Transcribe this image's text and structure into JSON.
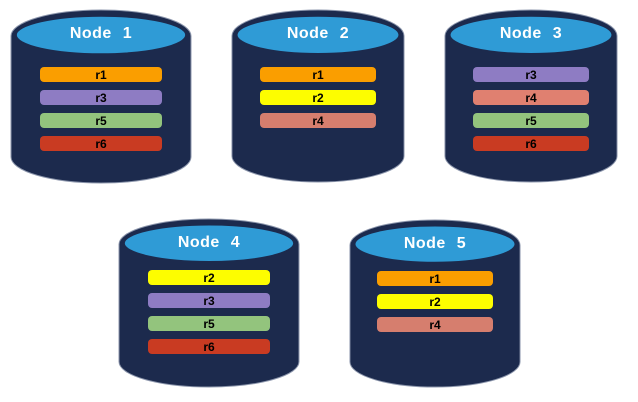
{
  "background": "#FFFFFF",
  "palette": {
    "cylinder_body": "#1C2A4D",
    "cylinder_outline": "#8C96AC",
    "cylinder_top_face": "#2F9BD6",
    "cylinder_top_outline": "#1C2A4D",
    "title_text": "#FFFFFF",
    "bar_text": "#000000"
  },
  "nodes": [
    {
      "title": "Node 1",
      "replicas": [
        {
          "label": "r1",
          "color": "#FA9E00"
        },
        {
          "label": "r3",
          "color": "#8E7CC3"
        },
        {
          "label": "r5",
          "color": "#93C47D"
        },
        {
          "label": "r6",
          "color": "#C93B22"
        }
      ]
    },
    {
      "title": "Node 2",
      "replicas": [
        {
          "label": "r1",
          "color": "#FA9E00"
        },
        {
          "label": "r2",
          "color": "#FDFD00"
        },
        {
          "label": "r4",
          "color": "#D67E6E"
        }
      ]
    },
    {
      "title": "Node 3",
      "replicas": [
        {
          "label": "r3",
          "color": "#8E7CC3"
        },
        {
          "label": "r4",
          "color": "#E08070"
        },
        {
          "label": "r5",
          "color": "#93C47D"
        },
        {
          "label": "r6",
          "color": "#C93B22"
        }
      ]
    },
    {
      "title": "Node 4",
      "replicas": [
        {
          "label": "r2",
          "color": "#FDFD00"
        },
        {
          "label": "r3",
          "color": "#8E7CC3"
        },
        {
          "label": "r5",
          "color": "#93C47D"
        },
        {
          "label": "r6",
          "color": "#C93B22"
        }
      ]
    },
    {
      "title": "Node 5",
      "replicas": [
        {
          "label": "r1",
          "color": "#FA9E00"
        },
        {
          "label": "r2",
          "color": "#FDFD00"
        },
        {
          "label": "r4",
          "color": "#D67E6E"
        }
      ]
    }
  ]
}
